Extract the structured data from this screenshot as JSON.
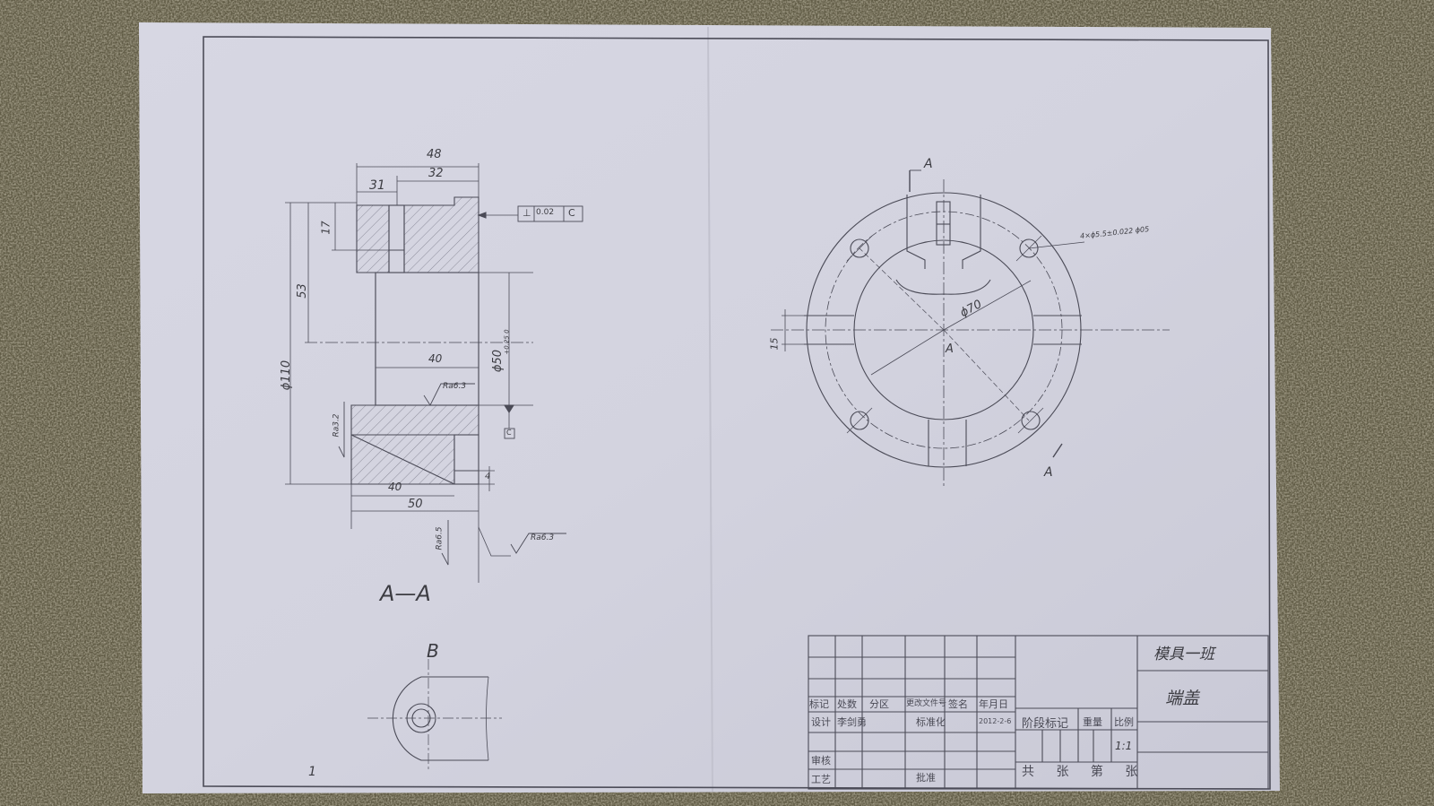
{
  "drawing": {
    "section_view": {
      "label": "A—A",
      "dims": {
        "d48": "48",
        "d32": "32",
        "d31": "31",
        "d17": "17",
        "d53": "53",
        "phi110": "ϕ110",
        "d40_inner": "40",
        "d40_bottom": "40",
        "d50": "50",
        "d4": "4",
        "phi50": "ϕ50",
        "phi50_tol": "+0.25 0"
      },
      "tolerance_frame": {
        "symbol": "⊥",
        "value": "0.02",
        "datum": "C"
      },
      "datum_box": "C",
      "roughness": {
        "r1": "Ra6.3",
        "r2": "Ra3.2",
        "r3": "Ra6.5",
        "r4": "Ra6.3"
      }
    },
    "plan_view": {
      "section_marks": {
        "top": "A",
        "bottom": "A"
      },
      "center_label": "A",
      "dims": {
        "phi70": "ϕ70",
        "d15": "15",
        "hole_note": "4×ϕ5.5±0.022 ϕ05"
      }
    },
    "detail_view": {
      "label": "B"
    },
    "sheet_mark": "1"
  },
  "title_block": {
    "class_name": "模具一班",
    "part_name": "端盖",
    "scale": "1:1",
    "cells": {
      "c1": "标记",
      "c2": "处数",
      "c3": "分区",
      "c4": "更改文件号",
      "c5": "签名",
      "c6": "年月日",
      "design": "设计",
      "designer": "李剑勇",
      "standard": "标准化",
      "date": "2012-2-6",
      "stage_mark": "阶段标记",
      "weight": "重量",
      "scale_h": "比例",
      "review": "审核",
      "process": "工艺",
      "approve": "批准",
      "sheets": "共 张 第 张"
    }
  }
}
